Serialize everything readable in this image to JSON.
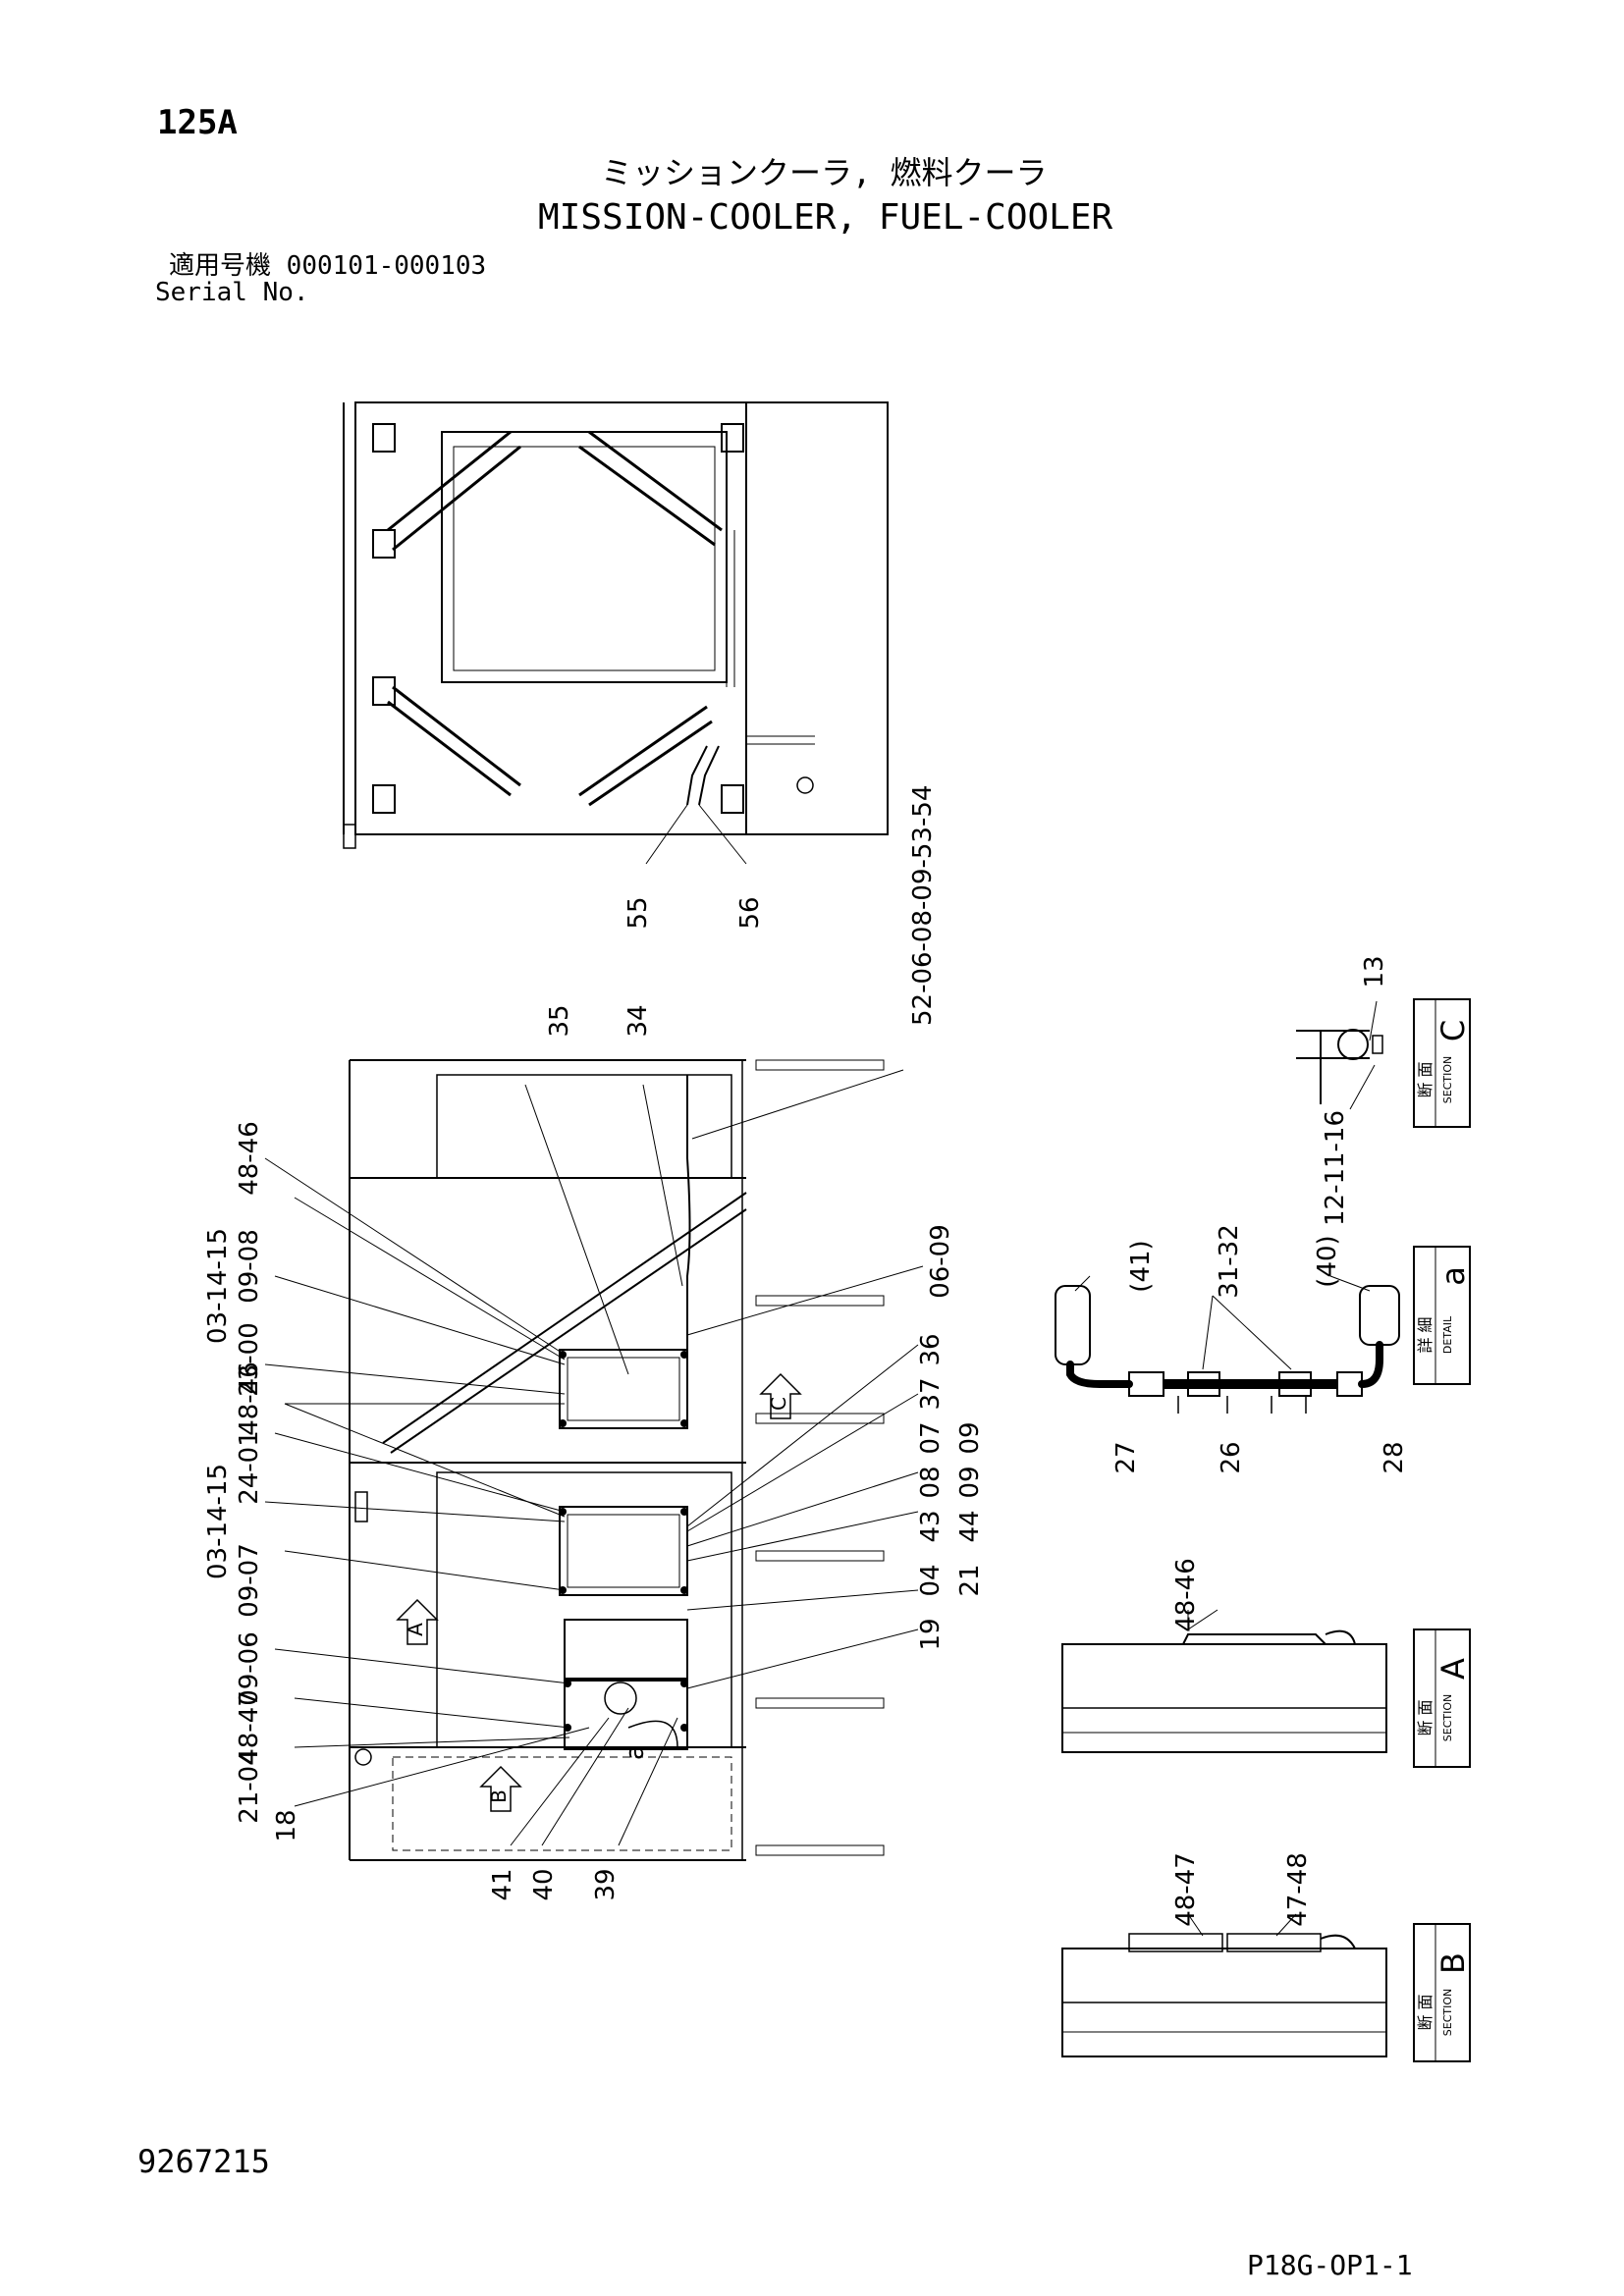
{
  "header": {
    "code": "125A",
    "title_jp": "ミッションクーラ, 燃料クーラ",
    "title_en": "MISSION-COOLER, FUEL-COOLER",
    "serial_label_jp": "適用号機",
    "serial_range": "000101-000103",
    "serial_label_en": "Serial No."
  },
  "footer": {
    "doc_number": "9267215",
    "page_ref": "P18G-OP1-1"
  },
  "top_view_callouts": [
    "55",
    "56"
  ],
  "main_view_callouts": {
    "left": [
      "48-46",
      "09-08",
      "03-14-15",
      "23-00",
      "48-46",
      "24-01",
      "03-14-15",
      "09-07",
      "09-06",
      "48-47",
      "21-04",
      "18"
    ],
    "top": [
      "35",
      "34",
      "52-06-08-09-53-54",
      "06-09"
    ],
    "right": [
      "36",
      "37",
      "07",
      "08",
      "43",
      "04",
      "19",
      "09",
      "09",
      "44",
      "21"
    ],
    "bottom": [
      "41",
      "40",
      "39"
    ],
    "inline": [
      "a"
    ],
    "view_arrows": [
      "A",
      "B",
      "C"
    ]
  },
  "section_c": {
    "label_jp": "断 面",
    "label_en": "SECTION",
    "letter": "C",
    "callouts": [
      "13",
      "12-11-16"
    ]
  },
  "detail_a": {
    "label_jp": "詳 細",
    "label_en": "DETAIL",
    "letter": "a",
    "callouts": [
      "(41)",
      "31-32",
      "(40)",
      "27",
      "26",
      "28"
    ]
  },
  "section_a": {
    "label_jp": "断 面",
    "label_en": "SECTION",
    "letter": "A",
    "callouts": [
      "48-46"
    ]
  },
  "section_b": {
    "label_jp": "断 面",
    "label_en": "SECTION",
    "letter": "B",
    "callouts": [
      "48-47",
      "47-48"
    ]
  }
}
